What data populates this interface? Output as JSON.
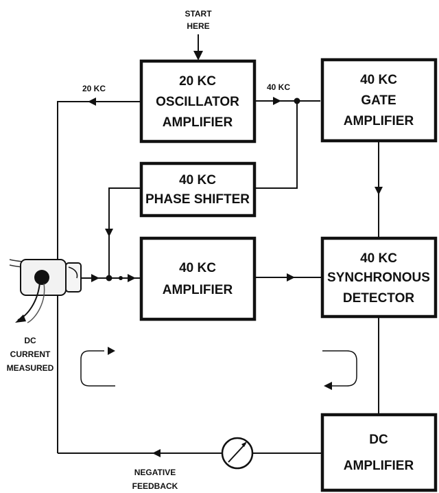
{
  "start": [
    "START",
    "HERE"
  ],
  "blocks": {
    "oscillator": [
      "20 KC",
      "OSCILLATOR",
      "AMPLIFIER"
    ],
    "gate": [
      "40 KC",
      "GATE",
      "AMPLIFIER"
    ],
    "phase_shifter": [
      "40 KC",
      "PHASE SHIFTER"
    ],
    "amplifier_40kc": [
      "40 KC",
      "AMPLIFIER"
    ],
    "detector": [
      "40 KC",
      "SYNCHRONOUS",
      "DETECTOR"
    ],
    "dc_amplifier": [
      "DC",
      "AMPLIFIER"
    ]
  },
  "signals": {
    "out_20kc": "20 KC",
    "out_40kc": "40 KC"
  },
  "measured": [
    "DC",
    "CURRENT",
    "MEASURED"
  ],
  "feedback": [
    "NEGATIVE",
    "FEEDBACK"
  ],
  "colors": {
    "ink": "#111111",
    "background": "#ffffff"
  },
  "icons": [
    "arrow-icon",
    "meter-icon",
    "current-probe-icon",
    "loop-arrow-icon"
  ]
}
